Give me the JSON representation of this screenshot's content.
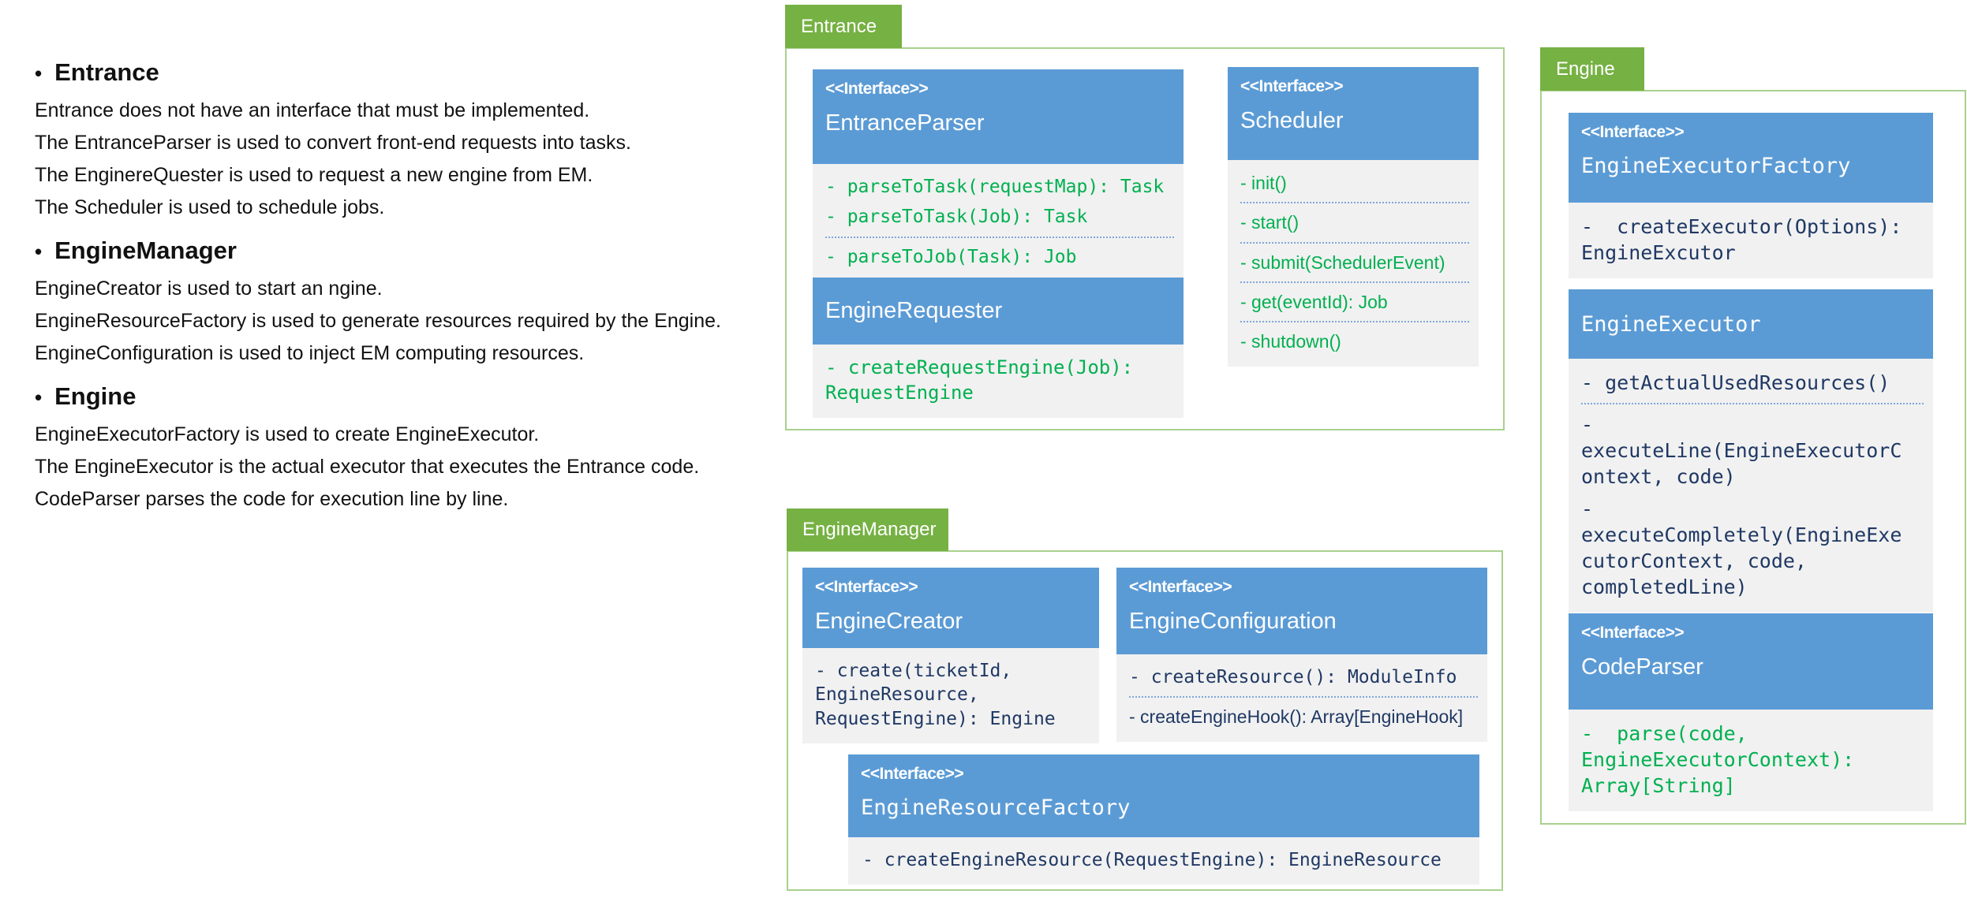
{
  "palette": {
    "tab_green": "#76B143",
    "border_green": "#A9D18E",
    "header_blue": "#5B9BD5",
    "body_gray": "#F1F1F1",
    "method_green": "#00B050",
    "method_navy": "#1F3864",
    "divider_blue": "#7EA6DB",
    "note_text": "#111111"
  },
  "notes": {
    "bullet": "•",
    "sections": [
      {
        "heading": "Entrance",
        "lines": [
          "Entrance does not have an interface that must be implemented.",
          "The EntranceParser is used to convert front-end requests into tasks.",
          "The EnginereQuester is used to request a new engine from EM.",
          "The Scheduler is used to schedule jobs."
        ]
      },
      {
        "heading": "EngineManager",
        "lines": [
          "EngineCreator is used to start an ngine.",
          "EngineResourceFactory is used to generate resources required by the Engine.",
          "EngineConfiguration is used to inject EM computing resources."
        ]
      },
      {
        "heading": "Engine",
        "lines": [
          "EngineExecutorFactory is used to create EngineExecutor.",
          "The EngineExecutor is the actual executor that executes the Entrance code.",
          "CodeParser parses the code for execution line by line."
        ]
      }
    ]
  },
  "groups": [
    {
      "id": "entrance",
      "label": "Entrance",
      "boxes": [
        {
          "id": "entrance-parser",
          "stereotype": "<<Interface>>",
          "title": "EntranceParser",
          "title_font": "sans",
          "methods": [
            {
              "text": "- parseToTask(requestMap): Task",
              "color": "green",
              "font": "mono"
            },
            {
              "text": "- parseToTask(Job): Task",
              "color": "green",
              "font": "mono",
              "divider_after": true
            },
            {
              "text": "- parseToJob(Task): Job",
              "color": "green",
              "font": "mono"
            }
          ]
        },
        {
          "id": "engine-requester",
          "stereotype": null,
          "title": "EngineRequester",
          "title_font": "sans",
          "methods": [
            {
              "text": "- createRequestEngine(Job):\nRequestEngine",
              "color": "green",
              "font": "mono"
            }
          ]
        },
        {
          "id": "scheduler",
          "stereotype": "<<Interface>>",
          "title": "Scheduler",
          "title_font": "sans",
          "methods": [
            {
              "text": "- init()",
              "color": "green",
              "font": "sans",
              "divider_after": true
            },
            {
              "text": "- start()",
              "color": "green",
              "font": "sans",
              "divider_after": true
            },
            {
              "text": "- submit(SchedulerEvent)",
              "color": "green",
              "font": "sans",
              "divider_after": true
            },
            {
              "text": "- get(eventId): Job",
              "color": "green",
              "font": "sans",
              "divider_after": true
            },
            {
              "text": "- shutdown()",
              "color": "green",
              "font": "sans"
            }
          ]
        }
      ]
    },
    {
      "id": "engine-manager",
      "label": "EngineManager",
      "boxes": [
        {
          "id": "engine-creator",
          "stereotype": "<<Interface>>",
          "title": "EngineCreator",
          "title_font": "sans",
          "methods": [
            {
              "text": "- create(ticketId,\nEngineResource,\nRequestEngine): Engine",
              "color": "navy",
              "font": "mono"
            }
          ]
        },
        {
          "id": "engine-configuration",
          "stereotype": "<<Interface>>",
          "title": "EngineConfiguration",
          "title_font": "sans",
          "methods": [
            {
              "text": "- createResource(): ModuleInfo",
              "color": "navy",
              "font": "mono",
              "divider_after": true
            },
            {
              "text": "- createEngineHook(): Array[EngineHook]",
              "color": "navy",
              "font": "sans"
            }
          ]
        },
        {
          "id": "engine-resource-factory",
          "stereotype": "<<Interface>>",
          "title": "EngineResourceFactory",
          "title_font": "mono",
          "methods": [
            {
              "text": "- createEngineResource(RequestEngine): EngineResource",
              "color": "navy",
              "font": "mono"
            }
          ]
        }
      ]
    },
    {
      "id": "engine",
      "label": "Engine",
      "boxes": [
        {
          "id": "engine-executor-factory",
          "stereotype": "<<Interface>>",
          "title": "EngineExecutorFactory",
          "title_font": "mono",
          "methods": [
            {
              "text": "-  createExecutor(Options):\nEngineExcutor",
              "color": "navy",
              "font": "mono"
            }
          ]
        },
        {
          "id": "engine-executor",
          "stereotype": null,
          "title": "EngineExecutor",
          "title_font": "mono",
          "methods": [
            {
              "text": "- getActualUsedResources()",
              "color": "navy",
              "font": "mono",
              "divider_after": true
            },
            {
              "text": "-\nexecuteLine(EngineExecutorC\nontext, code)",
              "color": "navy",
              "font": "mono"
            },
            {
              "text": "-\nexecuteCompletely(EngineExe\ncutorContext, code,\ncompletedLine)",
              "color": "navy",
              "font": "mono"
            }
          ]
        },
        {
          "id": "code-parser",
          "stereotype": "<<Interface>>",
          "title": "CodeParser",
          "title_font": "sans",
          "methods": [
            {
              "text": "-  parse(code,\nEngineExecutorContext):\nArray[String]",
              "color": "green",
              "font": "mono"
            }
          ]
        }
      ]
    }
  ]
}
